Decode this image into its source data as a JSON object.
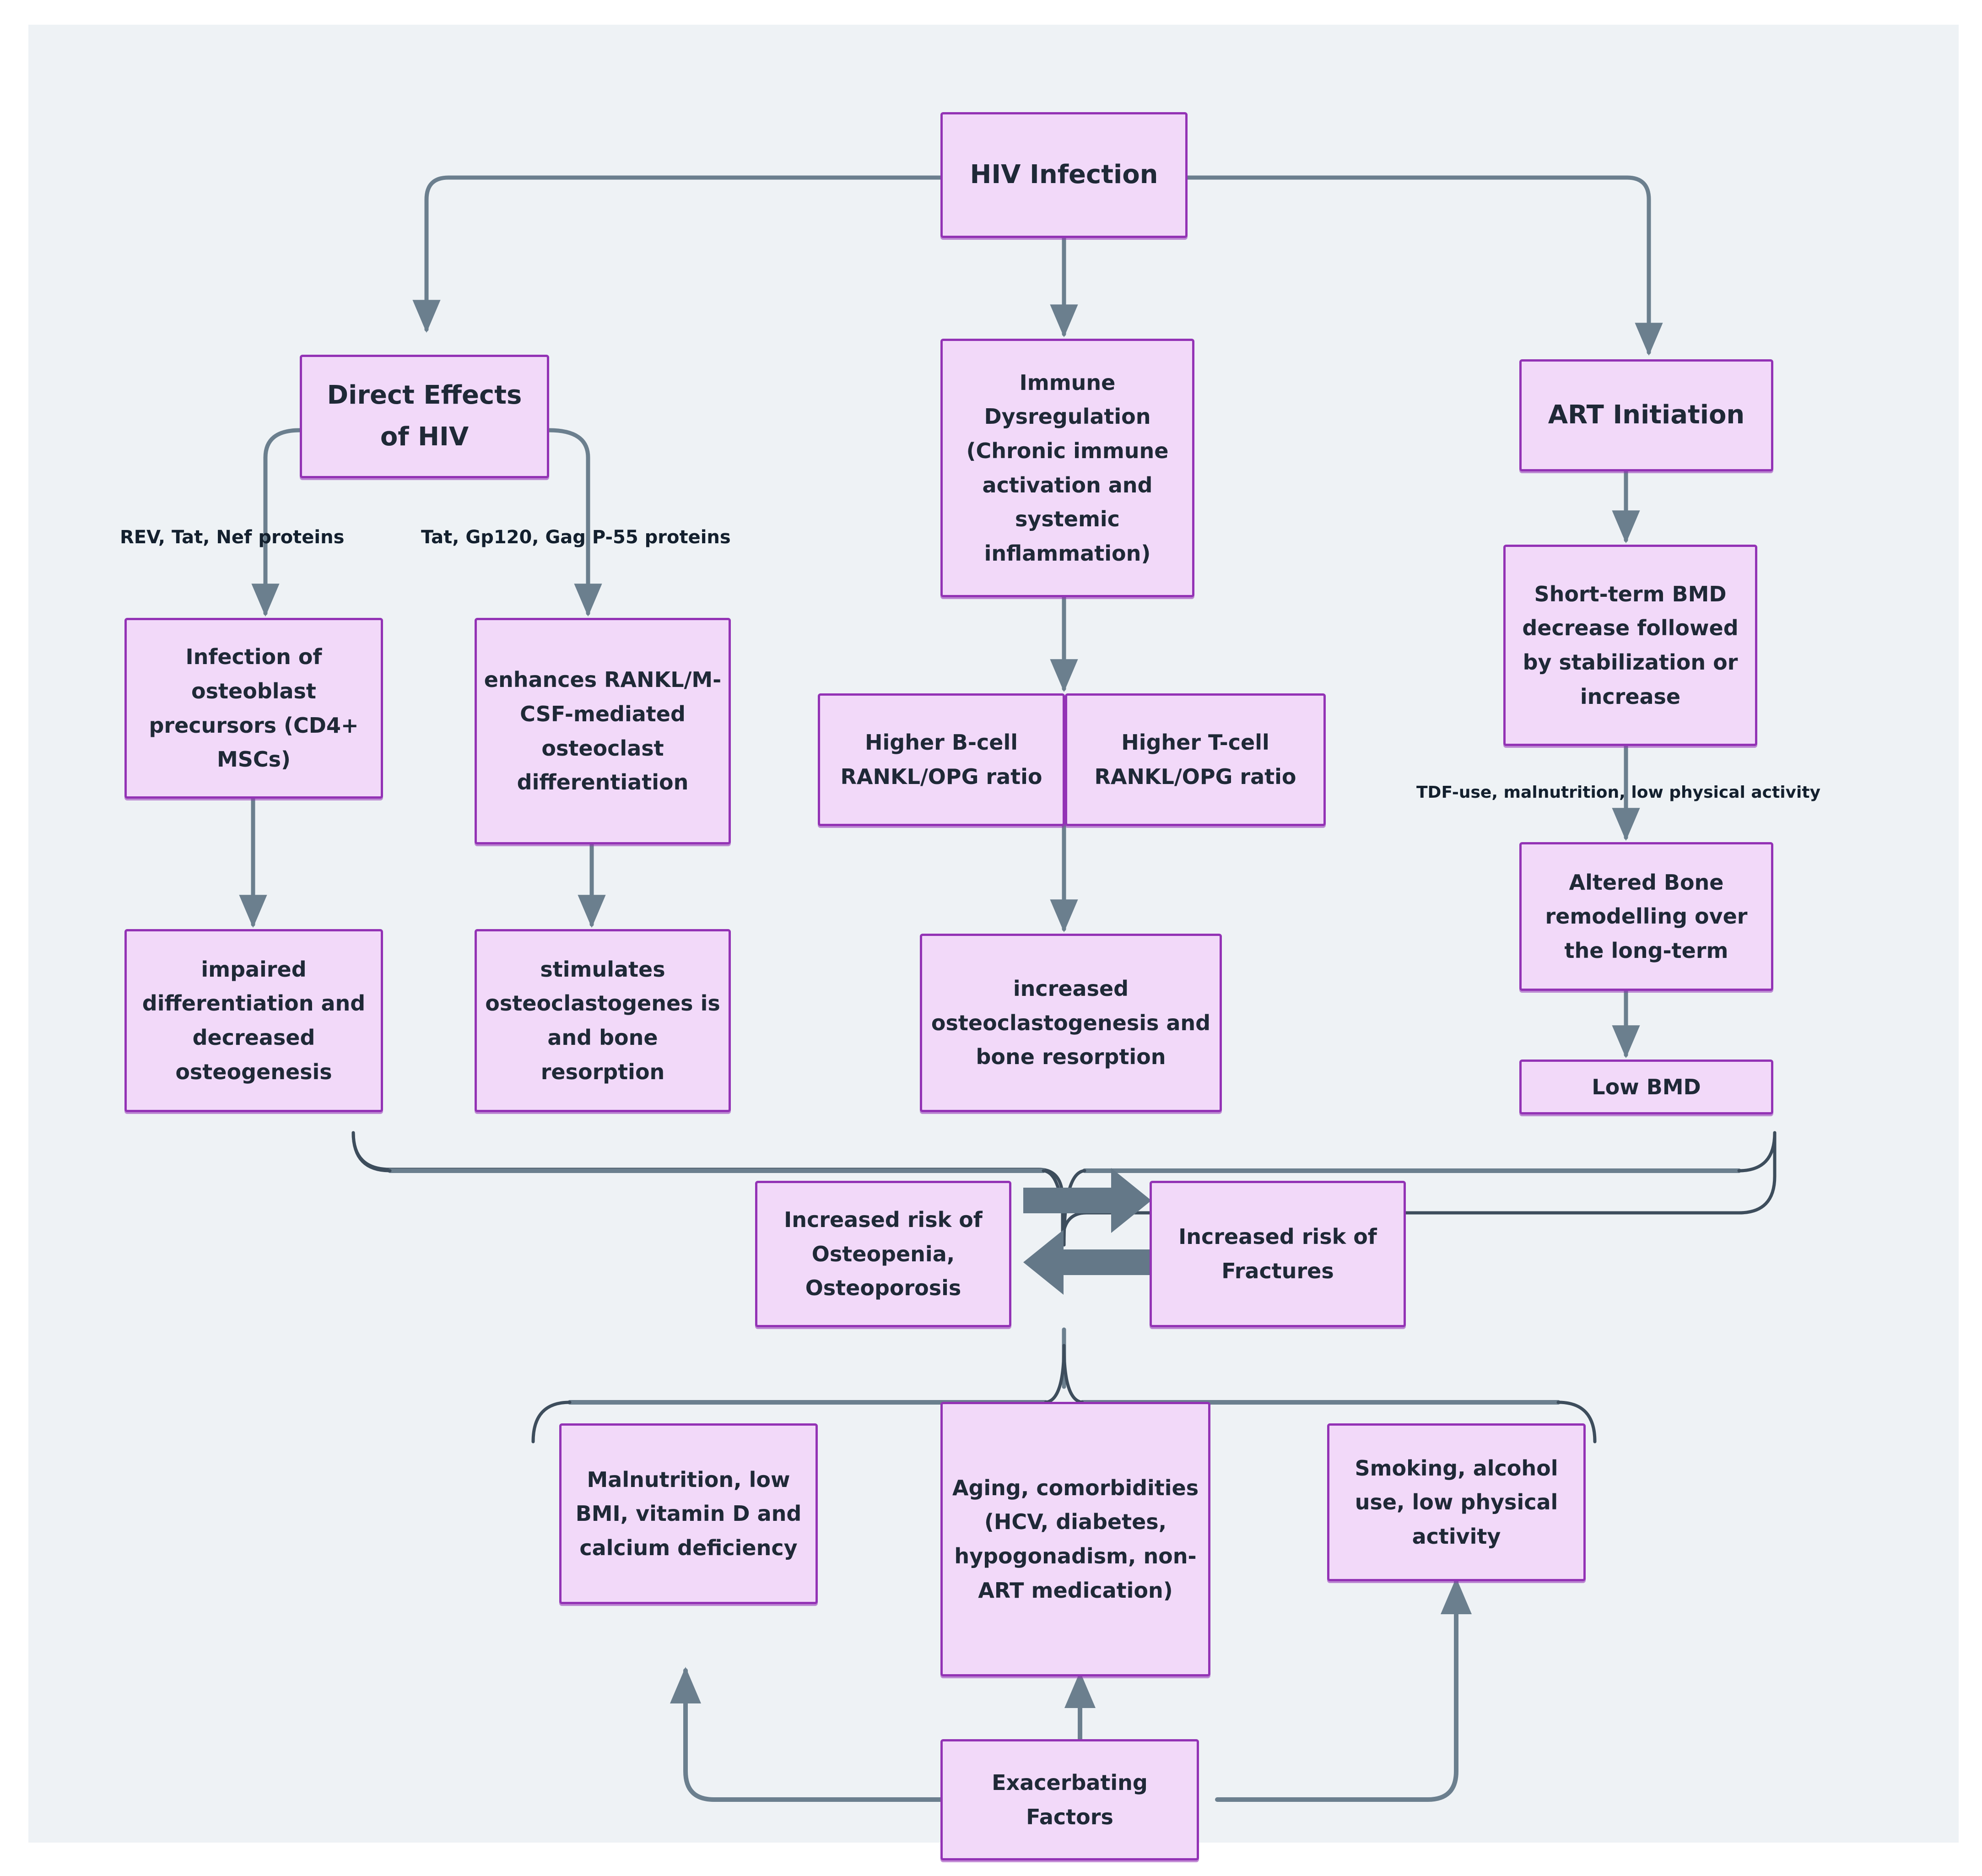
{
  "diagram": {
    "title": "HIV Infection and Bone Health Pathways",
    "background_color": "#eef2f5",
    "node_fill": "#f2d9f9",
    "node_border": "#9333b5",
    "edge_color": "#6b7f8e",
    "text_color": "#1f2937"
  },
  "nodes": {
    "hiv_infection": "HIV Infection",
    "direct_effects": "Direct Effects of HIV",
    "immune_dysregulation": "Immune Dysregulation (Chronic immune activation and systemic inflammation)",
    "art_initiation": "ART Initiation",
    "infection_osteoblast": "Infection of osteoblast precursors (CD4+ MSCs)",
    "enhances_rankl": "enhances RANKL/M-CSF-mediated osteoclast differentiation",
    "higher_bcell": "Higher B-cell RANKL/OPG ratio",
    "higher_tcell": "Higher T-cell RANKL/OPG ratio",
    "short_term_bmd": "Short-term BMD decrease followed by stabilization or increase",
    "impaired_diff": "impaired differentiation and decreased osteogenesis",
    "stimulates_osteo": "stimulates osteoclastogenes is and bone resorption",
    "increased_osteo": "increased osteoclastogenesis and bone resorption",
    "altered_bone": "Altered Bone remodelling over the long-term",
    "low_bmd": "Low BMD",
    "increased_risk_osteopenia": "Increased risk of Osteopenia, Osteoporosis",
    "increased_risk_fractures": "Increased risk of Fractures",
    "malnutrition": "Malnutrition, low BMI, vitamin D and calcium deficiency",
    "aging": "Aging, comorbidities (HCV, diabetes, hypogonadism, non-ART medication)",
    "smoking": "Smoking, alcohol use, low physical activity",
    "exacerbating_factors": "Exacerbating Factors"
  },
  "edge_labels": {
    "rev_tat_nef": "REV, Tat, Nef proteins",
    "tat_gp120": "Tat, Gp120, Gag P-55 proteins",
    "tdf_use": "TDF-use, malnutrition, low physical activity"
  }
}
